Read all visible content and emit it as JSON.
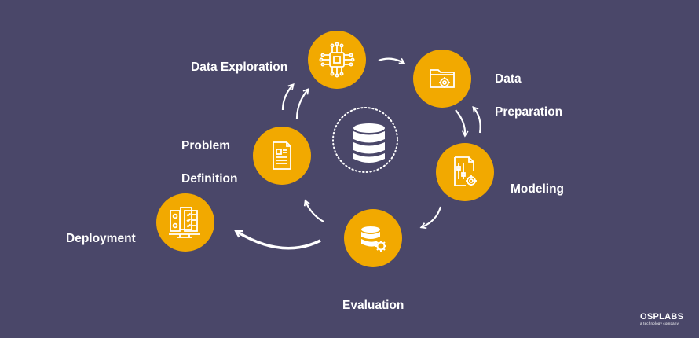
{
  "stages": [
    {
      "id": "data-exploration",
      "lines": [
        "Data Exploration"
      ],
      "icon": "chip-icon"
    },
    {
      "id": "data-preparation",
      "lines": [
        "Data",
        "Preparation"
      ],
      "icon": "folder-gear-icon"
    },
    {
      "id": "modeling",
      "lines": [
        "Modeling"
      ],
      "icon": "document-sliders-gear-icon"
    },
    {
      "id": "evaluation",
      "lines": [
        "Evaluation"
      ],
      "icon": "database-gear-icon"
    },
    {
      "id": "problem-definition",
      "lines": [
        "Problem",
        "Definition"
      ],
      "icon": "document-icon"
    },
    {
      "id": "deployment",
      "lines": [
        "Deployment"
      ],
      "icon": "server-checklist-icon"
    }
  ],
  "center": {
    "icon": "database-icon"
  },
  "logo": {
    "name": "OSPLABS",
    "tagline": "a technology company"
  },
  "colors": {
    "background": "#4a4769",
    "node": "#f2a900",
    "text": "#ffffff"
  }
}
